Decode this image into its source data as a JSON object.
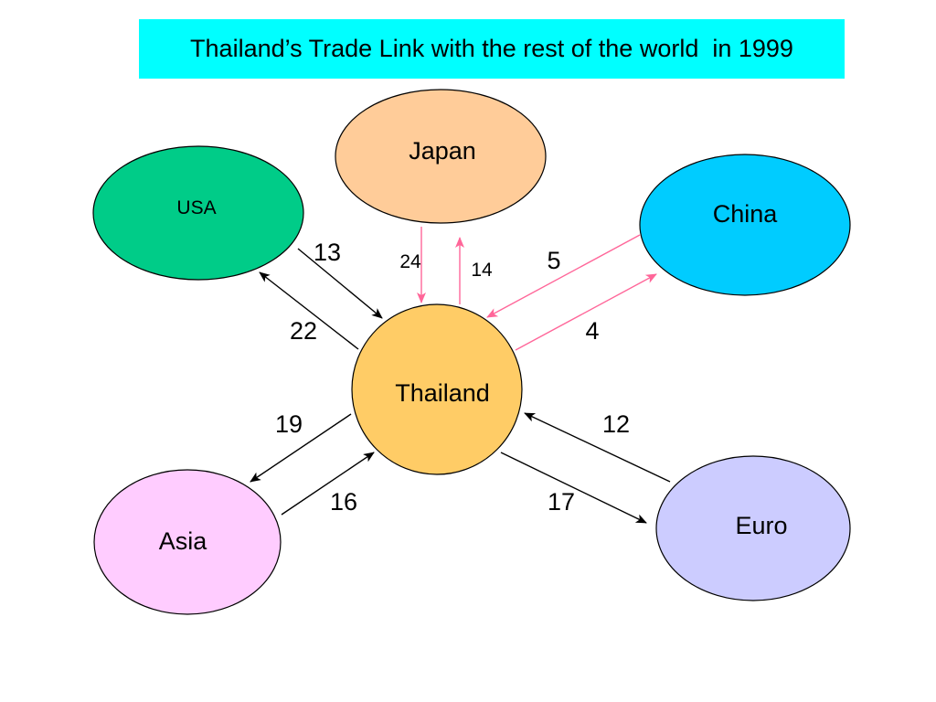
{
  "title": "Thailand’s Trade Link with the rest of the world  in 1999",
  "colors": {
    "title_background": "#00ffff",
    "usa": "#00cc88",
    "japan": "#ffcc99",
    "china": "#00ccff",
    "thailand": "#ffcc66",
    "asia": "#ffccff",
    "euro": "#ccccff",
    "black_arrow": "#000000",
    "pink_arrow": "#ff6699"
  },
  "nodes": {
    "usa": "USA",
    "japan": "Japan",
    "china": "China",
    "thailand": "Thailand",
    "asia": "Asia",
    "euro": "Euro"
  },
  "edges": {
    "usa_to_thailand": "13",
    "thailand_to_usa": "22",
    "japan_to_thailand": "24",
    "thailand_to_japan": "14",
    "china_to_thailand": "5",
    "thailand_to_china": "4",
    "thailand_to_asia": "19",
    "asia_to_thailand": "16",
    "euro_to_thailand": "12",
    "thailand_to_euro": "17"
  }
}
